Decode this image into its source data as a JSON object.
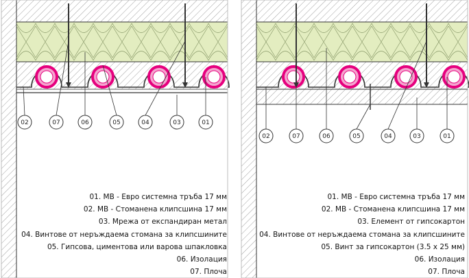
{
  "left_panel": {
    "callouts": [
      "02",
      "07",
      "06",
      "05",
      "04",
      "03",
      "01"
    ],
    "legend": [
      "01.  MB - Евро системна тръба 17 мм",
      "02.  MB - Стоманена клипсшина 17 мм",
      "03.  Мрежа от експандиран метал",
      "04.  Винтове от неръждаема стомана за клипсшините",
      "05.  Гипсова, циментова или варова шпакловка",
      "06.  Изолация",
      "07.  Плоча"
    ]
  },
  "right_panel": {
    "callouts": [
      "02",
      "07",
      "06",
      "05",
      "04",
      "03",
      "01"
    ],
    "legend": [
      "01.  MB - Евро системна тръба 17 мм",
      "02.  MB - Стоманена клипсшина 17 мм",
      "03.  Елемент от гипсокартон",
      "04.  Винтове от неръждаема стомана за клипсшините",
      "05.  Винт за гипсокартон (3.5 x 25 мм)",
      "06.  Изолация",
      "07.  Плоча"
    ]
  },
  "colors": {
    "insulation_fill": "#e3edc0",
    "pipe_outer": "#e6007e",
    "pipe_inner": "#f4a6cf",
    "hatch": "#777777",
    "line": "#333333"
  }
}
